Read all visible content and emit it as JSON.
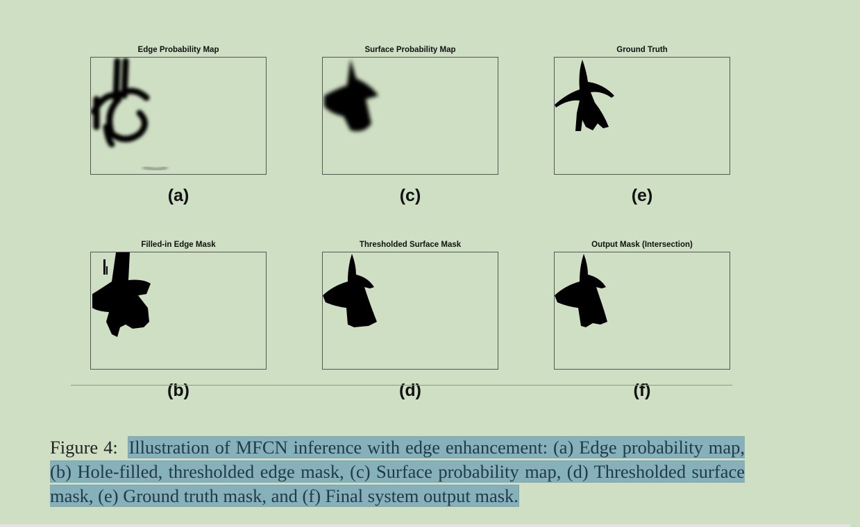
{
  "figure": {
    "panels": [
      {
        "id": "a",
        "title": "Edge Probability Map",
        "label": "(a)"
      },
      {
        "id": "c",
        "title": "Surface Probability Map",
        "label": "(c)"
      },
      {
        "id": "e",
        "title": "Ground Truth",
        "label": "(e)"
      },
      {
        "id": "b",
        "title": "Filled-in Edge Mask",
        "label": "(b)"
      },
      {
        "id": "d",
        "title": "Thresholded Surface Mask",
        "label": "(d)"
      },
      {
        "id": "f",
        "title": "Output Mask (Intersection)",
        "label": "(f)"
      }
    ],
    "caption_prefix": "Figure 4:",
    "caption_text": "Illustration of MFCN inference with edge enhancement: (a) Edge probability map, (b) Hole-filled, thresholded edge mask, (c) Surface probability map, (d) Thresholded surface mask, (e) Ground truth mask, and (f) Final system output mask."
  },
  "colors": {
    "background": "#cfdfc3",
    "selection_highlight": "#86b0ba"
  }
}
